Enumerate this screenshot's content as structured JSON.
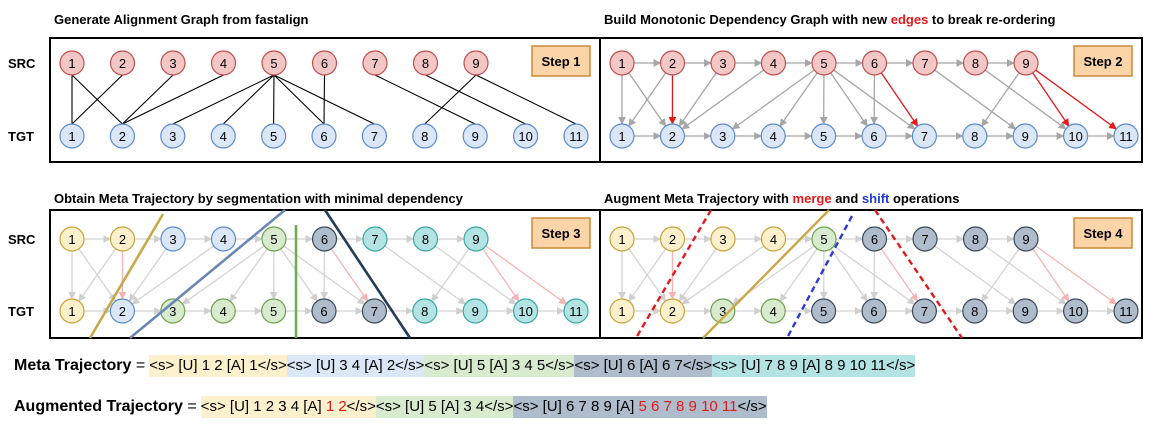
{
  "panels": [
    {
      "title_parts": [
        {
          "text": "Generate Alignment Graph from fastalign",
          "color": "#000000"
        }
      ],
      "step": "Step 1"
    },
    {
      "title_parts": [
        {
          "text": "Build Monotonic Dependency Graph with new ",
          "color": "#000000"
        },
        {
          "text": "edges",
          "color": "#e31a1c"
        },
        {
          "text": " to break re-ordering",
          "color": "#000000"
        }
      ],
      "step": "Step 2"
    },
    {
      "title_parts": [
        {
          "text": "Obtain Meta Trajectory by segmentation with minimal dependency",
          "color": "#000000"
        }
      ],
      "step": "Step 3"
    },
    {
      "title_parts": [
        {
          "text": "Augment Meta Trajectory with ",
          "color": "#000000"
        },
        {
          "text": "merge",
          "color": "#e31a1c"
        },
        {
          "text": " and ",
          "color": "#000000"
        },
        {
          "text": "shift",
          "color": "#1f3fd6"
        },
        {
          "text": " operations",
          "color": "#000000"
        }
      ],
      "step": "Step 4"
    }
  ],
  "labels": {
    "src": "SRC",
    "tgt": "TGT"
  },
  "src_nodes": [
    "1",
    "2",
    "3",
    "4",
    "5",
    "6",
    "7",
    "8",
    "9"
  ],
  "tgt_nodes": [
    "1",
    "2",
    "3",
    "4",
    "5",
    "6",
    "7",
    "8",
    "9",
    "10",
    "11"
  ],
  "alignment": [
    [
      1,
      1
    ],
    [
      1,
      2
    ],
    [
      2,
      1
    ],
    [
      3,
      2
    ],
    [
      4,
      2
    ],
    [
      5,
      3
    ],
    [
      5,
      4
    ],
    [
      5,
      5
    ],
    [
      5,
      6
    ],
    [
      5,
      7
    ],
    [
      6,
      6
    ],
    [
      7,
      9
    ],
    [
      8,
      10
    ],
    [
      9,
      8
    ],
    [
      9,
      11
    ]
  ],
  "added_edges": [
    [
      2,
      2
    ],
    [
      6,
      7
    ],
    [
      9,
      10
    ],
    [
      9,
      11
    ]
  ],
  "colors": {
    "src_fill": "#f4c7c7",
    "src_stroke": "#c0504d",
    "tgt_fill": "#dbe7f7",
    "tgt_stroke": "#5b8bd0",
    "step_fill": "#fbd5a8",
    "step_stroke": "#c98a3a",
    "edge_gray": "#a6a6a6",
    "edge_red": "#e31a1c",
    "seg_yellow": "#fdf0cc",
    "seg_blue": "#dbe7f7",
    "seg_green": "#d8ebcf",
    "seg_gray": "#aebccb",
    "seg_teal": "#b3e3e3"
  },
  "step3_groups": {
    "src": [
      "yellow",
      "yellow",
      "blue",
      "blue",
      "green",
      "gray",
      "teal",
      "teal",
      "teal"
    ],
    "tgt": [
      "yellow",
      "blue",
      "green",
      "green",
      "green",
      "gray",
      "gray",
      "teal",
      "teal",
      "teal",
      "teal"
    ]
  },
  "step4_groups": {
    "src": [
      "yellow",
      "yellow",
      "yellow",
      "yellow",
      "green",
      "gray",
      "gray",
      "gray",
      "gray"
    ],
    "tgt": [
      "yellow",
      "yellow",
      "green",
      "green",
      "gray",
      "gray",
      "gray",
      "gray",
      "gray",
      "gray",
      "gray"
    ]
  },
  "meta_trajectory": {
    "label": "Meta Trajectory",
    "equals": "=",
    "segments": [
      {
        "color": "yellow",
        "text": "<s> [U] 1 2 [A] 1</s>",
        "red_tail": ""
      },
      {
        "color": "blue",
        "text": "<s> [U] 3 4 [A] 2</s>",
        "red_tail": ""
      },
      {
        "color": "green",
        "text": "<s> [U] 5 [A] 3 4 5</s>",
        "red_tail": ""
      },
      {
        "color": "gray",
        "text": "<s> [U] 6 [A] 6 7</s>",
        "red_tail": ""
      },
      {
        "color": "teal",
        "text": "<s> [U] 7 8 9 [A] 8 9 10 11</s>",
        "red_tail": ""
      }
    ]
  },
  "augmented_trajectory": {
    "label": "Augmented Trajectory",
    "equals": "=",
    "segments": [
      {
        "color": "yellow",
        "text": "<s> [U] 1 2 3 4 [A] ",
        "red_tail": "1 2",
        "end": "</s>"
      },
      {
        "color": "green",
        "text": "<s> [U] 5 [A] 3 4</s>",
        "red_tail": ""
      },
      {
        "color": "gray",
        "text": "<s> [U] 6 7 8 9 [A] ",
        "red_tail": "5 6 7 8 9 10 11",
        "end": "</s>"
      }
    ]
  }
}
